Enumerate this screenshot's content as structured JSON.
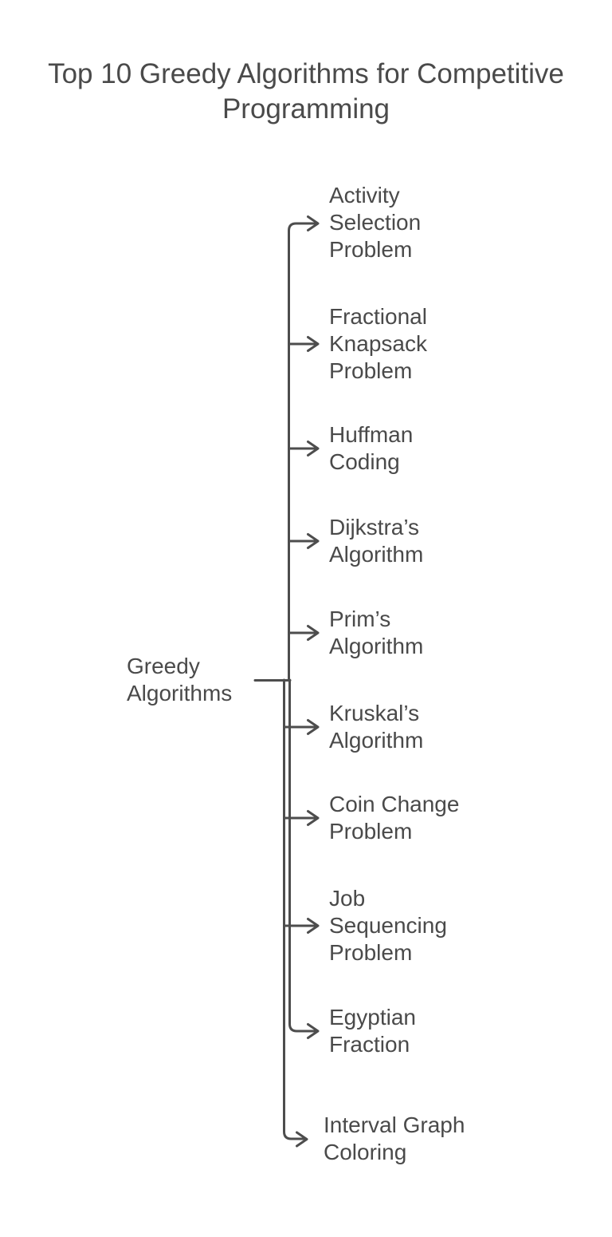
{
  "title": "Top 10 Greedy Algorithms for Competitive\nProgramming",
  "root": {
    "label": "Greedy\nAlgorithms"
  },
  "nodes": [
    {
      "label": "Activity\nSelection\nProblem"
    },
    {
      "label": "Fractional\nKnapsack\nProblem"
    },
    {
      "label": "Huffman\nCoding"
    },
    {
      "label": "Dijkstra’s\nAlgorithm"
    },
    {
      "label": "Prim’s\nAlgorithm"
    },
    {
      "label": "Kruskal’s\nAlgorithm"
    },
    {
      "label": "Coin Change\nProblem"
    },
    {
      "label": "Job\nSequencing\nProblem"
    },
    {
      "label": "Egyptian\nFraction"
    },
    {
      "label": "Interval Graph\nColoring"
    }
  ],
  "colors": {
    "text": "#4a4a4a",
    "line": "#4d4d4d",
    "background": "#ffffff"
  }
}
